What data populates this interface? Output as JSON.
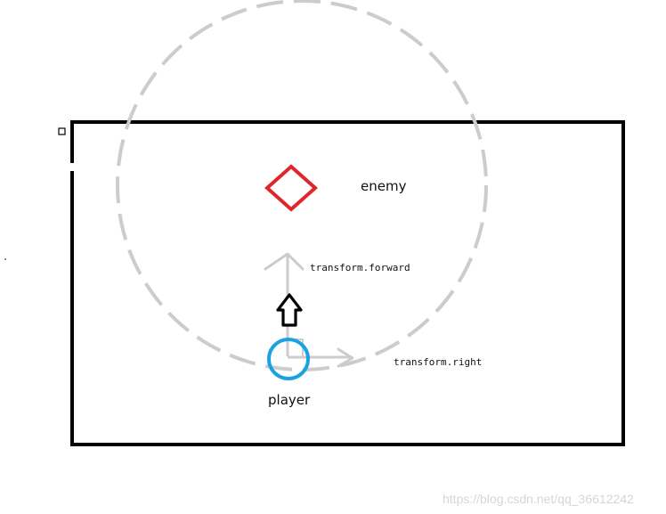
{
  "labels": {
    "enemy": "enemy",
    "forward": "transform.forward",
    "right": "transform.right",
    "player": "player"
  },
  "watermark": "https://blog.csdn.net/qq_36612242",
  "colors": {
    "frame": "#000000",
    "enemy": "#e0262a",
    "player": "#1aa3e0",
    "range_circle": "#cccccc",
    "vector_arrows": "#cccccc",
    "move_arrow": "#000000"
  }
}
